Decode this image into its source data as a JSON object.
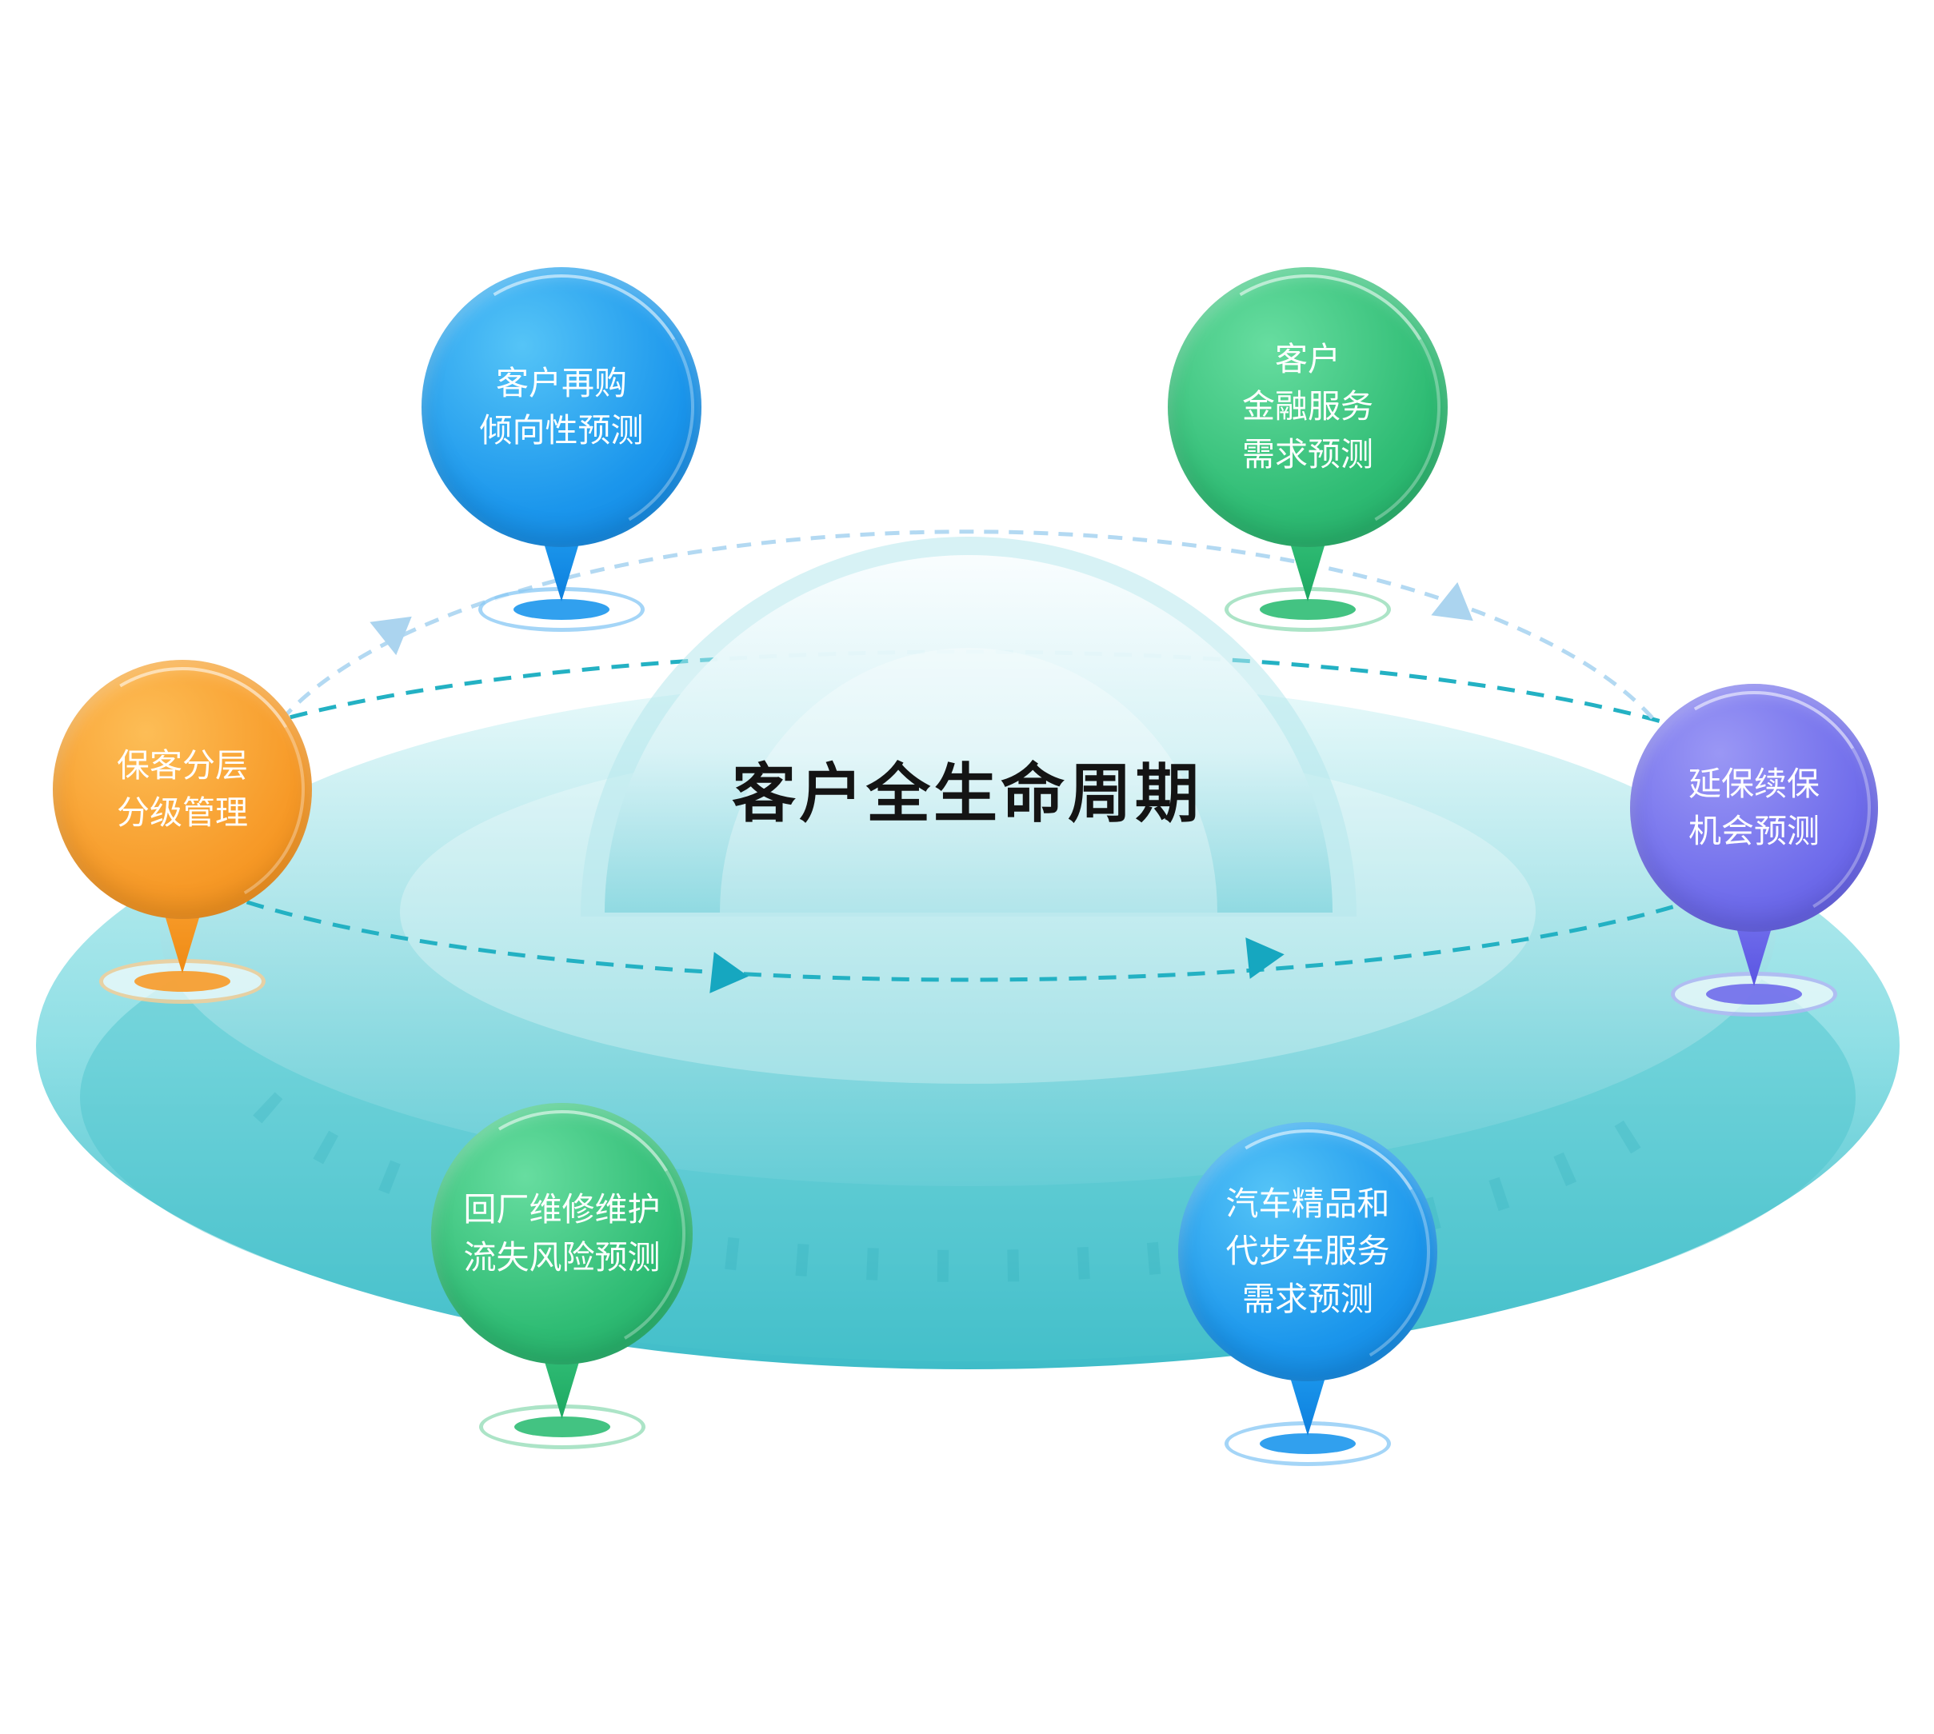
{
  "title": "客户全生命周期",
  "balloons": [
    {
      "id": "repurchase-propensity",
      "label": "客户再购\n倾向性预测",
      "color": "#1b96ec"
    },
    {
      "id": "financial-service-demand",
      "label": "客户\n金融服务\n需求预测",
      "color": "#2fbc74"
    },
    {
      "id": "retained-customer-management",
      "label": "保客分层\n分级管理",
      "color": "#f79a28"
    },
    {
      "id": "warranty-renewal-opportunity",
      "label": "延保续保\n机会预测",
      "color": "#6f6ceb"
    },
    {
      "id": "repair-churn-risk",
      "label": "回厂维修维护\n流失风险预测",
      "color": "#2fbc74"
    },
    {
      "id": "accessory-courtesy-car-demand",
      "label": "汽车精品和\n代步车服务\n需求预测",
      "color": "#1b96ec"
    }
  ],
  "colors": {
    "platform_teal": "#3ebcc8",
    "orbit_teal": "#23b1c3",
    "orbit_light_blue": "#b3d9f2"
  }
}
